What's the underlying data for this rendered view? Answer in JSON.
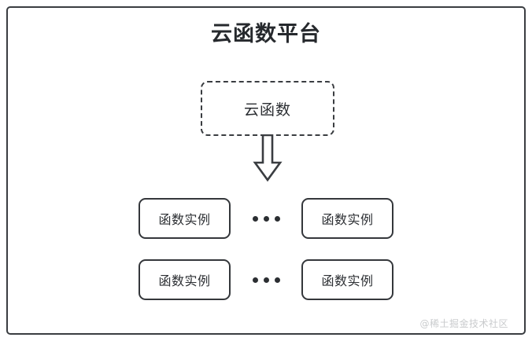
{
  "diagram": {
    "title": "云函数平台",
    "frame": {
      "name": "platform-boundary",
      "border_color": "#3a3d41",
      "background": "#ffffff"
    },
    "function_node": {
      "label": "云函数",
      "border_style": "dashed",
      "border_color": "#3a3d41"
    },
    "arrow": {
      "icon": "down-block-arrow-icon",
      "direction": "down",
      "color": "#3a3d41"
    },
    "instance_rows": [
      {
        "left": {
          "label": "函数实例"
        },
        "separator": {
          "icon": "ellipsis-icon",
          "glyph": "•••"
        },
        "right": {
          "label": "函数实例"
        }
      },
      {
        "left": {
          "label": "函数实例"
        },
        "separator": {
          "icon": "ellipsis-icon",
          "glyph": "•••"
        },
        "right": {
          "label": "函数实例"
        }
      }
    ],
    "watermark": "@稀土掘金技术社区",
    "colors": {
      "stroke": "#3a3d41",
      "text": "#2b2e32",
      "title": "#26292d",
      "watermark": "#c9cbcd",
      "background": "#ffffff"
    }
  }
}
